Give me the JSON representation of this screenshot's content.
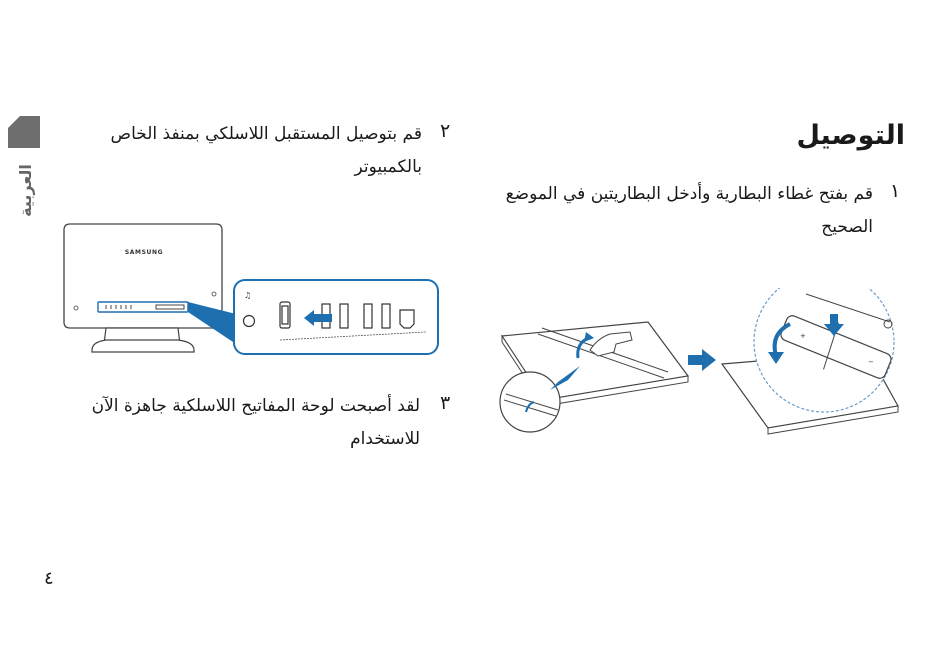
{
  "side_tab": {
    "label": "العربية",
    "tab_color": "#6e6e6e"
  },
  "section": {
    "title": "التوصيل"
  },
  "steps": [
    {
      "number": "١",
      "text": "قم بفتح غطاء البطارية وأدخل البطاريتين في الموضع الصحيح"
    },
    {
      "number": "٢",
      "text": "قم بتوصيل المستقبل اللاسلكي بمنفذ الخاص بالكمبيوتر"
    },
    {
      "number": "٣",
      "text": "لقد أصبحت لوحة المفاتيح اللاسلكية جاهزة الآن للاستخدام"
    }
  ],
  "figures": {
    "computer": {
      "brand_text": "SAMSUNG",
      "callout_color": "#1e6fb0"
    },
    "keyboard": {
      "arrow_color": "#1e6fb0"
    }
  },
  "page_number": "٤"
}
